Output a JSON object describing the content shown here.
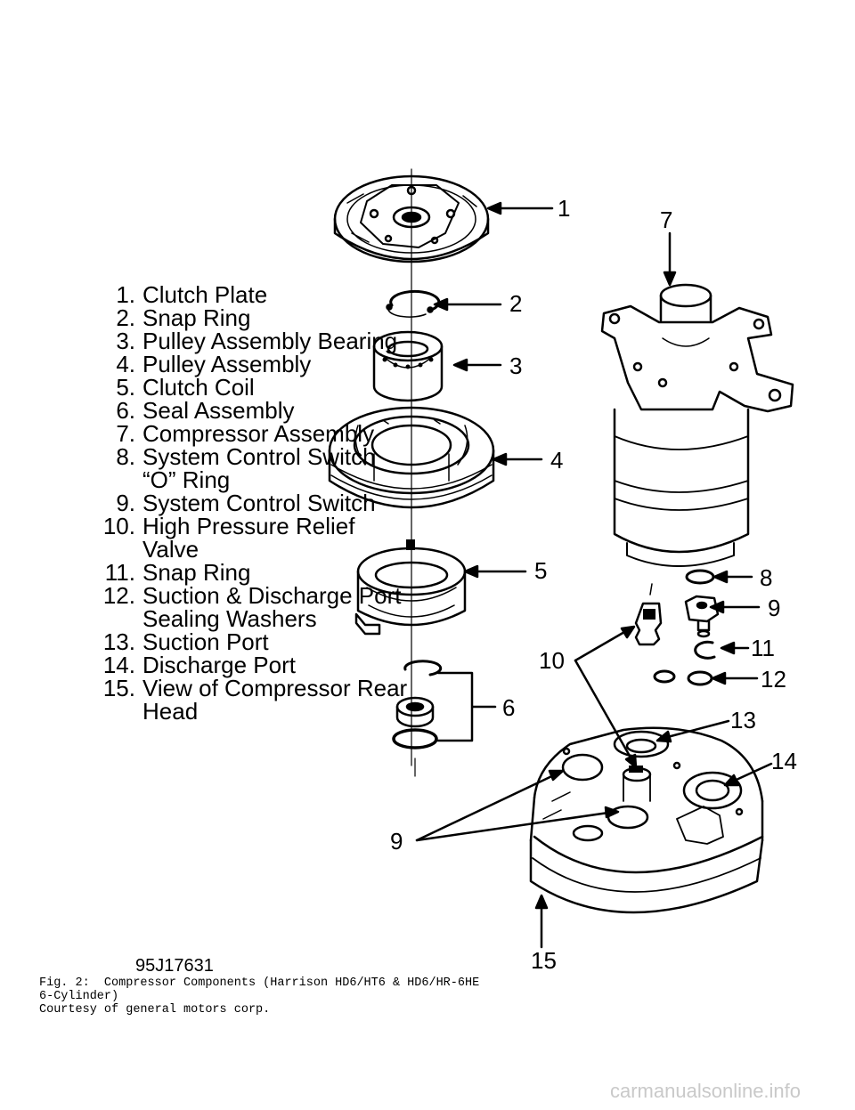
{
  "legend": [
    {
      "num": "1.",
      "text": "Clutch Plate"
    },
    {
      "num": "2.",
      "text": "Snap Ring"
    },
    {
      "num": "3.",
      "text": "Pulley Assembly Bearing"
    },
    {
      "num": "4.",
      "text": "Pulley Assembly"
    },
    {
      "num": "5.",
      "text": "Clutch Coil"
    },
    {
      "num": "6.",
      "text": "Seal Assembly"
    },
    {
      "num": "7.",
      "text": "Compressor Assembly"
    },
    {
      "num": "8.",
      "text": "System Control Switch “O” Ring"
    },
    {
      "num": "9.",
      "text": "System Control Switch"
    },
    {
      "num": "10.",
      "text": "High Pressure Relief Valve"
    },
    {
      "num": "11.",
      "text": "Snap Ring"
    },
    {
      "num": "12.",
      "text": "Suction & Discharge Port Sealing Washers"
    },
    {
      "num": "13.",
      "text": "Suction Port"
    },
    {
      "num": "14.",
      "text": "Discharge Port"
    },
    {
      "num": "15.",
      "text": "View of Compressor Rear Head"
    }
  ],
  "callouts": {
    "c1": "1",
    "c2": "2",
    "c3": "3",
    "c4": "4",
    "c5": "5",
    "c6": "6",
    "c7": "7",
    "c8": "8",
    "c9a": "9",
    "c9b": "9",
    "c10": "10",
    "c11": "11",
    "c12": "12",
    "c13": "13",
    "c14": "14",
    "c15": "15"
  },
  "ref_code": "95J17631",
  "caption": "Fig. 2:  Compressor Components (Harrison HD6/HT6 & HD6/HR-6HE\n6-Cylinder)\nCourtesy of general motors corp.",
  "watermark": "carmanualsonline.info"
}
